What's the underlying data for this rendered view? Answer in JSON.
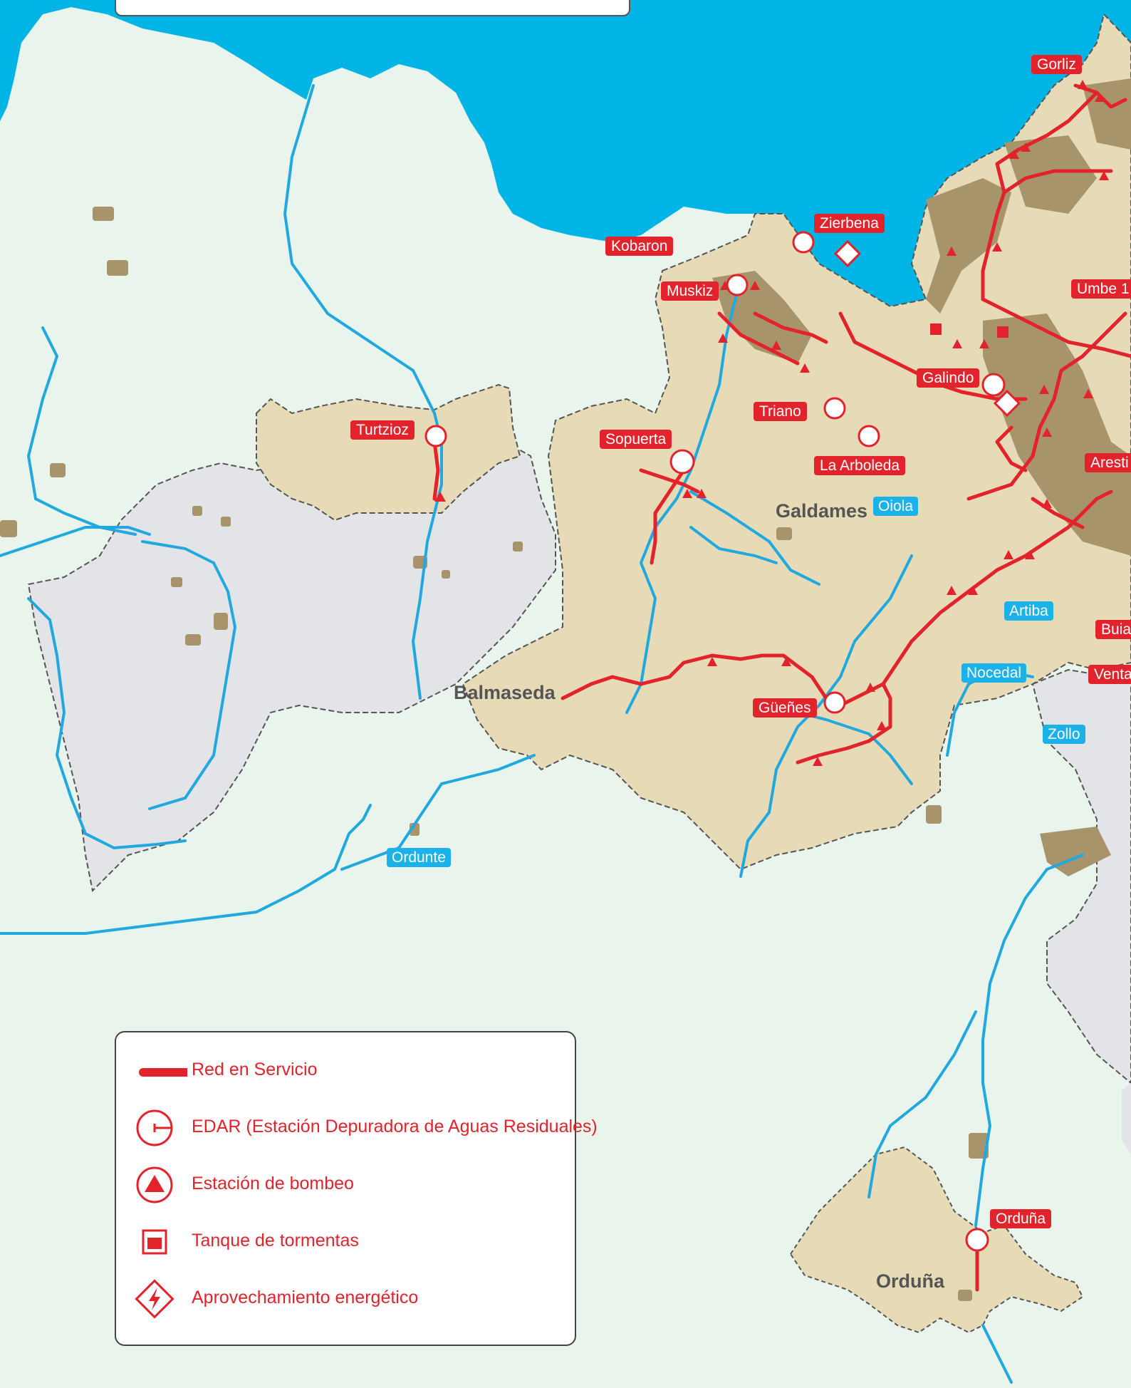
{
  "colors": {
    "sea": "#00b4e6",
    "land_outside": "#e9f4ec",
    "service_area": "#e6dbb6",
    "grey_area": "#e3e4e8",
    "urban": "#a8946a",
    "river": "#21a9df",
    "network_red": "#e3232b"
  },
  "municipality_labels": [
    {
      "text": "Gorliz"
    },
    {
      "text": "Zierbena"
    },
    {
      "text": "Kobaron"
    },
    {
      "text": "Muskiz"
    },
    {
      "text": "Umbe 1"
    },
    {
      "text": "Galindo"
    },
    {
      "text": "Triano"
    },
    {
      "text": "Turtzioz"
    },
    {
      "text": "Sopuerta"
    },
    {
      "text": "La Arboleda"
    },
    {
      "text": "Aresti"
    },
    {
      "text": "Buia"
    },
    {
      "text": "Venta"
    },
    {
      "text": "Güeñes"
    },
    {
      "text": "Orduña"
    }
  ],
  "water_labels": [
    {
      "text": "Oiola"
    },
    {
      "text": "Artiba"
    },
    {
      "text": "Nocedal"
    },
    {
      "text": "Zollo"
    },
    {
      "text": "Ordunte"
    }
  ],
  "town_names": [
    {
      "text": "Galdames"
    },
    {
      "text": "Balmaseda"
    },
    {
      "text": "Orduña"
    }
  ],
  "legend": {
    "items": [
      {
        "icon": "red-line-icon",
        "label": "Red en Servicio"
      },
      {
        "icon": "edar-icon",
        "label": "EDAR (Estación Depuradora de Aguas Residuales)"
      },
      {
        "icon": "pump-station-icon",
        "label": "Estación de bombeo"
      },
      {
        "icon": "storm-tank-icon",
        "label": "Tanque de tormentas"
      },
      {
        "icon": "energy-icon",
        "label": "Aprovechamiento energético"
      }
    ]
  }
}
